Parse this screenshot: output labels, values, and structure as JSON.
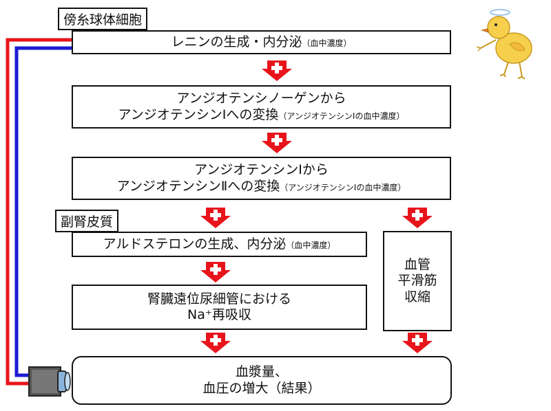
{
  "labels": {
    "juxtaglomerular": "傍糸球体細胞",
    "adrenal_cortex": "副腎皮質"
  },
  "steps": {
    "renin": {
      "main": "レニンの生成・内分泌",
      "note": "（血中濃度）"
    },
    "angiotensinogen": {
      "line1": "アンジオテンシノーゲンから",
      "line2": "アンジオテンシンⅠへの変換",
      "note": "（アンジオテンシンⅠの血中濃度）"
    },
    "angiotensin1": {
      "line1": "アンジオテンシンⅠから",
      "line2": "アンジオテンシンⅡへの変換",
      "note": "（アンジオテンシンⅠの血中濃度）"
    },
    "aldosterone": {
      "main": "アルドステロンの生成、内分泌",
      "note": "（血中濃度）"
    },
    "reabsorption": {
      "line1": "腎臓遠位尿細管における",
      "line2": "Na⁺再吸収"
    },
    "vessel": {
      "line1": "血管",
      "line2": "平滑筋",
      "line3": "収縮"
    },
    "result": {
      "line1": "血漿量、",
      "line2": "血圧の増大（結果）"
    }
  },
  "arrow_sign": "+",
  "colors": {
    "arrow": "#e8141b",
    "feedback_red": "#e8141b",
    "feedback_blue": "#1b1bd6",
    "border": "#111111"
  },
  "icons": [
    "chick-icon",
    "camera-sensor-icon"
  ]
}
